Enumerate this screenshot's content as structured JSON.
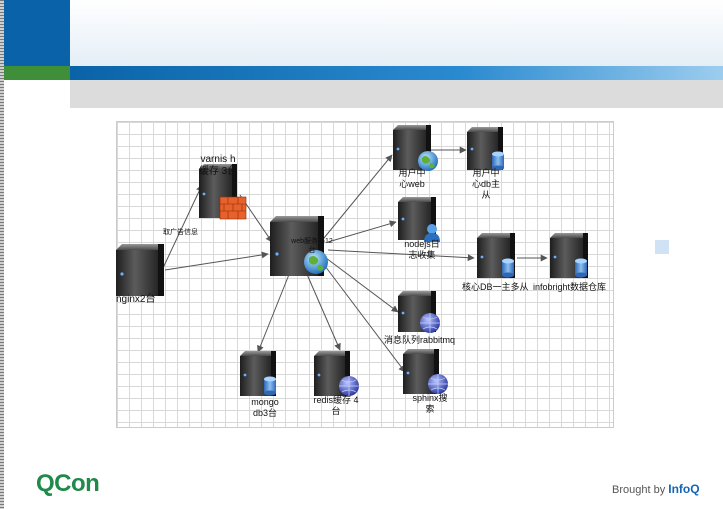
{
  "diagram": {
    "nodes": {
      "nginx": "nginx2台",
      "varnish": "varnis h缓存 3台",
      "web": "web服务器12 台",
      "user_web": "用户中 心web",
      "user_db": "用户中 心db主 从",
      "nodejs": "nodejs日 志收集",
      "core_db": "核心DB一主多从",
      "infobright": "infobright数据仓库",
      "rabbitmq": "消息队列rabbitmq",
      "mongo": "mongo db3台",
      "redis": "redis缓存 4台",
      "sphinx": "sphinx搜 索"
    },
    "edge_label_ads": "取广告信息"
  },
  "footer": {
    "logo": "QCon",
    "credit_prefix": "Brought by",
    "credit_brand": "InfoQ"
  },
  "colors": {
    "brand_blue": "#0a63a8",
    "brand_green": "#3f8f3a",
    "qcon_green": "#1f8a4a",
    "infoq_blue": "#1565b5"
  }
}
